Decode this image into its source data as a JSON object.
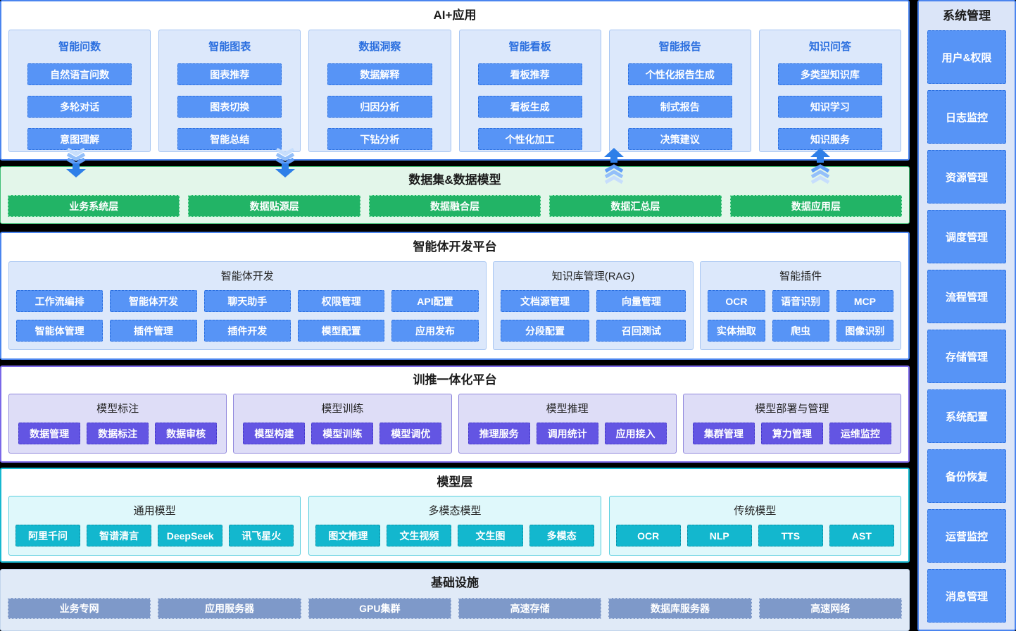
{
  "colors": {
    "page_bg": "#000000",
    "panel_border": "#4B85EF",
    "title_color": "#1B1B1B",
    "accent_blue": "#2B6FDF",
    "blue_btn": "#5794F6",
    "blue_btn_border": "#2B6FDF",
    "light_blue_bg": "#DCE8FB",
    "light_blue_border": "#A6C5F2",
    "green_bg": "#E3F6EA",
    "green_border": "#3FBE74",
    "green_btn": "#22B466",
    "green_btn_border": "#A5ECC2",
    "purple_border": "#7A68E8",
    "purple_group_bg": "#DEDDF7",
    "purple_group_border": "#8F86DC",
    "purple_btn": "#6355E3",
    "purple_btn_border": "#4338CA",
    "teal_border": "#16B8D0",
    "teal_group_bg": "#DFF8FB",
    "teal_group_border": "#59CEDF",
    "teal_btn": "#13B7CE",
    "teal_btn_border": "#0A8FA5",
    "infra_bg": "#E0EAF7",
    "infra_border": "#C2D4EC",
    "infra_btn": "#7E99C9",
    "infra_btn_border": "#D9E3F3",
    "sidebar_bg": "#DBE5F8",
    "arrow_blue": "#2E7FE8"
  },
  "icons": {
    "flow_down": "chevron-double-down-arrow",
    "flow_up": "chevron-double-up-arrow"
  },
  "ai_apps": {
    "title": "AI+应用",
    "columns": [
      {
        "title": "智能问数",
        "items": [
          "自然语言问数",
          "多轮对话",
          "意图理解"
        ]
      },
      {
        "title": "智能图表",
        "items": [
          "图表推荐",
          "图表切换",
          "智能总结"
        ]
      },
      {
        "title": "数据洞察",
        "items": [
          "数据解释",
          "归因分析",
          "下钻分析"
        ]
      },
      {
        "title": "智能看板",
        "items": [
          "看板推荐",
          "看板生成",
          "个性化加工"
        ]
      },
      {
        "title": "智能报告",
        "items": [
          "个性化报告生成",
          "制式报告",
          "决策建议"
        ]
      },
      {
        "title": "知识问答",
        "items": [
          "多类型知识库",
          "知识学习",
          "知识服务"
        ]
      }
    ]
  },
  "dataset": {
    "title": "数据集&数据模型",
    "items": [
      "业务系统层",
      "数据贴源层",
      "数据融合层",
      "数据汇总层",
      "数据应用层"
    ]
  },
  "agent_platform": {
    "title": "智能体开发平台",
    "groups": [
      {
        "title": "智能体开发",
        "rows": [
          [
            "工作流编排",
            "智能体开发",
            "聊天助手",
            "权限管理",
            "API配置"
          ],
          [
            "智能体管理",
            "插件管理",
            "插件开发",
            "模型配置",
            "应用发布"
          ]
        ]
      },
      {
        "title": "知识库管理(RAG)",
        "rows": [
          [
            "文档源管理",
            "向量管理"
          ],
          [
            "分段配置",
            "召回测试"
          ]
        ]
      },
      {
        "title": "智能插件",
        "rows": [
          [
            "OCR",
            "语音识别",
            "MCP"
          ],
          [
            "实体抽取",
            "爬虫",
            "图像识别"
          ]
        ]
      }
    ]
  },
  "training_platform": {
    "title": "训推一体化平台",
    "groups": [
      {
        "title": "模型标注",
        "items": [
          "数据管理",
          "数据标注",
          "数据审核"
        ]
      },
      {
        "title": "模型训练",
        "items": [
          "模型构建",
          "模型训练",
          "模型调优"
        ]
      },
      {
        "title": "模型推理",
        "items": [
          "推理服务",
          "调用统计",
          "应用接入"
        ]
      },
      {
        "title": "模型部署与管理",
        "items": [
          "集群管理",
          "算力管理",
          "运维监控"
        ]
      }
    ]
  },
  "model_layer": {
    "title": "模型层",
    "groups": [
      {
        "title": "通用模型",
        "items": [
          "阿里千问",
          "智谱清言",
          "DeepSeek",
          "讯飞星火"
        ]
      },
      {
        "title": "多模态模型",
        "items": [
          "图文推理",
          "文生视频",
          "文生图",
          "多模态"
        ]
      },
      {
        "title": "传统模型",
        "items": [
          "OCR",
          "NLP",
          "TTS",
          "AST"
        ]
      }
    ]
  },
  "infrastructure": {
    "title": "基础设施",
    "items": [
      "业务专网",
      "应用服务器",
      "GPU集群",
      "高速存储",
      "数据库服务器",
      "高速网络"
    ]
  },
  "system_management": {
    "title": "系统管理",
    "items": [
      "用户&权限",
      "日志监控",
      "资源管理",
      "调度管理",
      "流程管理",
      "存储管理",
      "系统配置",
      "备份恢复",
      "运营监控",
      "消息管理"
    ]
  }
}
